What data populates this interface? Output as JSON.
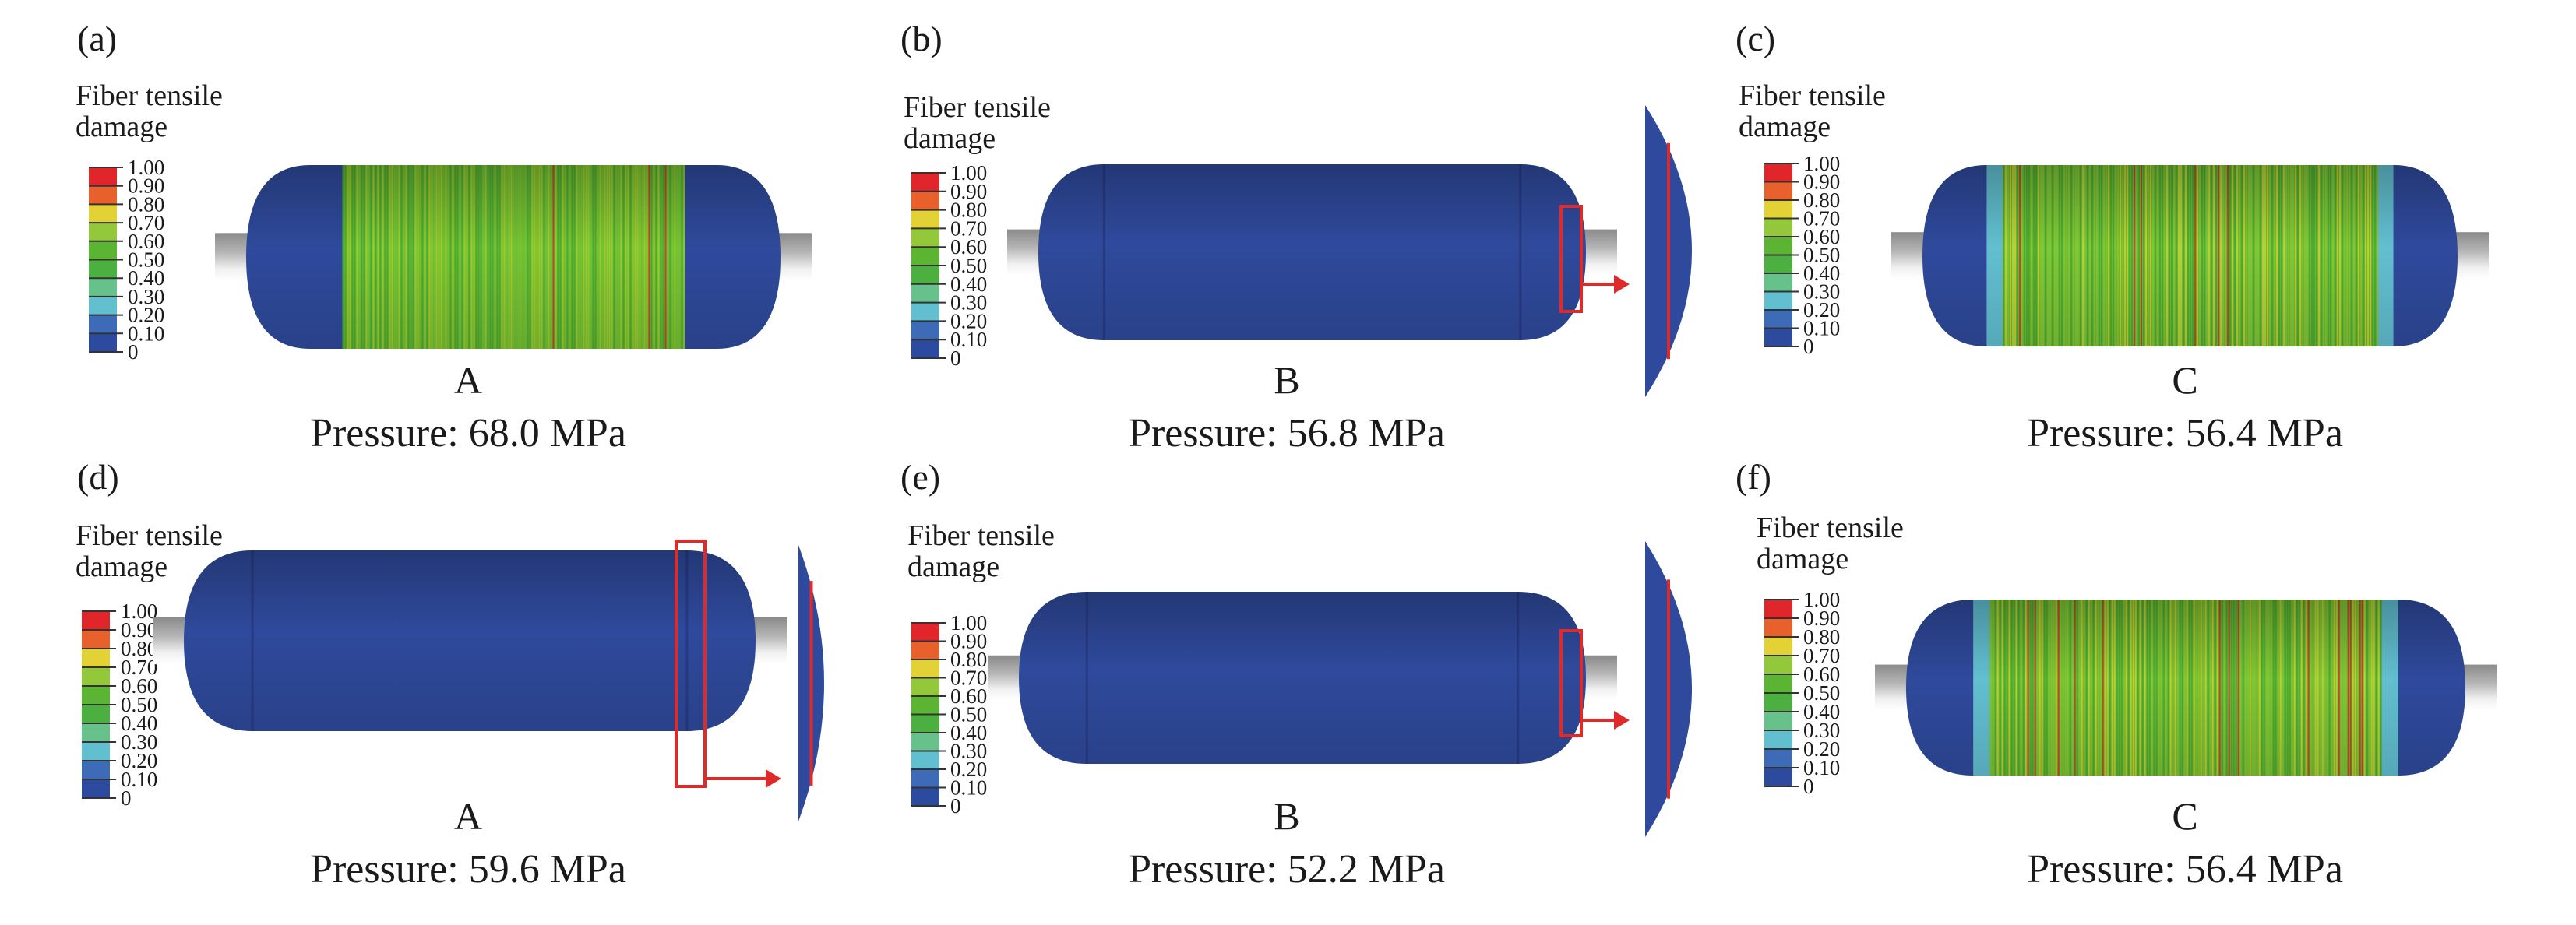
{
  "legend": {
    "title_line1": "Fiber tensile",
    "title_line2": "damage",
    "ticks": [
      "1.00",
      "0.90",
      "0.80",
      "0.70",
      "0.60",
      "0.50",
      "0.40",
      "0.30",
      "0.20",
      "0.10",
      "0"
    ],
    "band_colors": [
      "#e0262b",
      "#e8602c",
      "#e2d236",
      "#93c83a",
      "#5cb532",
      "#4bb040",
      "#66c28a",
      "#62bfd0",
      "#3e6bb8",
      "#2c4a9e"
    ]
  },
  "colors": {
    "tank_blue": "#2f4a9c",
    "tank_blue_dark": "#283a86",
    "damage_green": "#6cbf32",
    "highlight_red": "#e02a2a",
    "nozzle_gray": "#a8a8a8"
  },
  "panels": [
    {
      "label": "(a)",
      "tank": "A",
      "pressure": "Pressure: 68.0 MPa",
      "style": "center-damage"
    },
    {
      "label": "(b)",
      "tank": "B",
      "pressure": "Pressure: 56.8 MPa",
      "style": "dome-detail"
    },
    {
      "label": "(c)",
      "tank": "C",
      "pressure": "Pressure: 56.4 MPa",
      "style": "banded-damage"
    },
    {
      "label": "(d)",
      "tank": "A",
      "pressure": "Pressure: 59.6 MPa",
      "style": "dome-detail"
    },
    {
      "label": "(e)",
      "tank": "B",
      "pressure": "Pressure: 52.2 MPa",
      "style": "dome-detail"
    },
    {
      "label": "(f)",
      "tank": "C",
      "pressure": "Pressure: 56.4 MPa",
      "style": "banded-damage"
    }
  ]
}
